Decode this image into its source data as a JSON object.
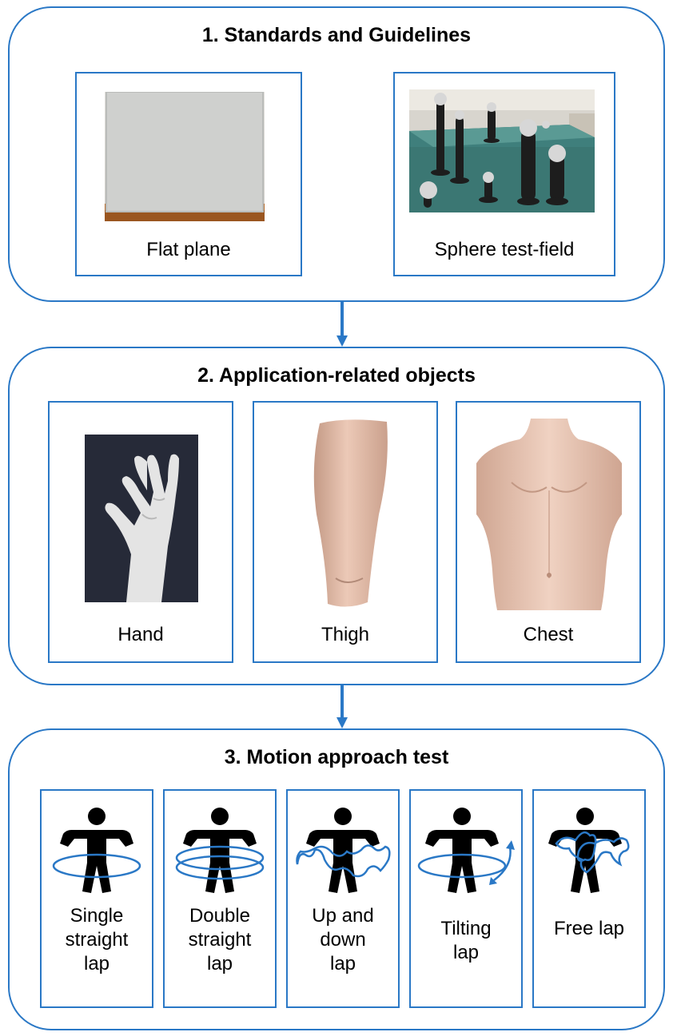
{
  "colors": {
    "accent": "#2a78c6",
    "figure": "#000000",
    "motion_line": "#2a78c6"
  },
  "sections": [
    {
      "title": "1. Standards and Guidelines",
      "items": [
        {
          "caption": "Flat plane",
          "image": "flat-plane-photo"
        },
        {
          "caption": "Sphere test-field",
          "image": "sphere-test-field-photo"
        }
      ]
    },
    {
      "title": "2. Application-related objects",
      "items": [
        {
          "caption": "Hand",
          "image": "hand-model-photo"
        },
        {
          "caption": "Thigh",
          "image": "thigh-model-photo"
        },
        {
          "caption": "Chest",
          "image": "chest-model-photo"
        }
      ]
    },
    {
      "title": "3. Motion approach test",
      "items": [
        {
          "caption_lines": [
            "Single",
            "straight",
            "lap"
          ],
          "icon": "single-straight-lap-icon"
        },
        {
          "caption_lines": [
            "Double",
            "straight",
            "lap"
          ],
          "icon": "double-straight-lap-icon"
        },
        {
          "caption_lines": [
            "Up and",
            "down",
            "lap"
          ],
          "icon": "up-and-down-lap-icon"
        },
        {
          "caption_lines": [
            "Tilting",
            "lap"
          ],
          "icon": "tilting-lap-icon"
        },
        {
          "caption_lines": [
            "Free lap"
          ],
          "icon": "free-lap-icon"
        }
      ]
    }
  ]
}
